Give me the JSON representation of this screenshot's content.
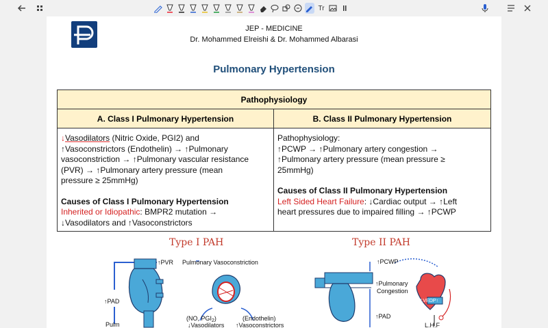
{
  "toolbar": {
    "back_icon": "arrow-left-icon",
    "grid_icon": "grid-icon",
    "tools": [
      "pen",
      "highlighter-1",
      "highlighter-2",
      "highlighter-3",
      "highlighter-4",
      "highlighter-5",
      "highlighter-6",
      "highlighter-7",
      "highlighter-8",
      "eraser",
      "lasso",
      "shapes",
      "link",
      "highlighter-active",
      "text",
      "image",
      "more"
    ],
    "text_tool_label": "Tr",
    "right_icons": [
      "mic-icon",
      "menu-icon",
      "more-vertical-icon"
    ]
  },
  "doc": {
    "course": "JEP - MEDICINE",
    "authors": "Dr. Mohammed Elreishi & Dr. Mohammed Albarasi",
    "title": "Pulmonary Hypertension",
    "table": {
      "header": "Pathophysiology",
      "col_a_title": "A. Class I Pulmonary Hypertension",
      "col_b_title": "B. Class II Pulmonary Hypertension",
      "col_a": {
        "l1_arrow": "↓",
        "l1_word": "Vasodilators",
        "l1_rest": " (Nitric Oxide, PGI2) and",
        "l2": "↑Vasoconstrictors (Endothelin) → ↑Pulmonary",
        "l3": "vasoconstriction → ↑Pulmonary vascular resistance",
        "l4": "(PVR)   → ↑Pulmonary artery pressure (mean",
        "l5": "pressure ≥ 25mmHg)",
        "causes_title": "Causes of Class I Pulmonary Hypertension",
        "cause_red": "Inherited or Idiopathic",
        "cause_rest": ": BMPR2 mutation →",
        "cause_l2": "↓Vasodilators and ↑Vasoconstrictors"
      },
      "col_b": {
        "l1": "Pathophysiology:",
        "l2": "↑PCWP → ↑Pulmonary artery congestion →",
        "l3": "↑Pulmonary artery pressure (mean pressure ≥",
        "l4": "25mmHg)",
        "causes_title": "Causes of Class II Pulmonary Hypertension",
        "cause_red": "Left Sided Heart Failure",
        "cause_rest": ": ↓Cardiac output → ↑Left",
        "cause_l2": "heart pressures due to impaired filling → ↑PCWP"
      }
    },
    "fig1": {
      "title": "Type I PAH",
      "pvr": "↑PVR",
      "vasoconstriction": "Pulmonary Vasoconstriction",
      "pad": "↑PAD",
      "pulm": "Pulm",
      "no_pgi": "(NO, PGI",
      "no_pgi_sub": "2",
      "no_pgi_end": ")",
      "vasodilators": "↓Vasodilators",
      "endothelin": "(Endothelin)",
      "vasoconstrictors": "↑Vasoconstrictors"
    },
    "fig2": {
      "title": "Type II PAH",
      "pcwp": "↑PCWP",
      "pulmonary": "↑Pulmonary",
      "congestion": "Congestion",
      "lvedp": "LVEDP↑",
      "pad": "↑PAD",
      "lhf": "L.H.F"
    }
  }
}
